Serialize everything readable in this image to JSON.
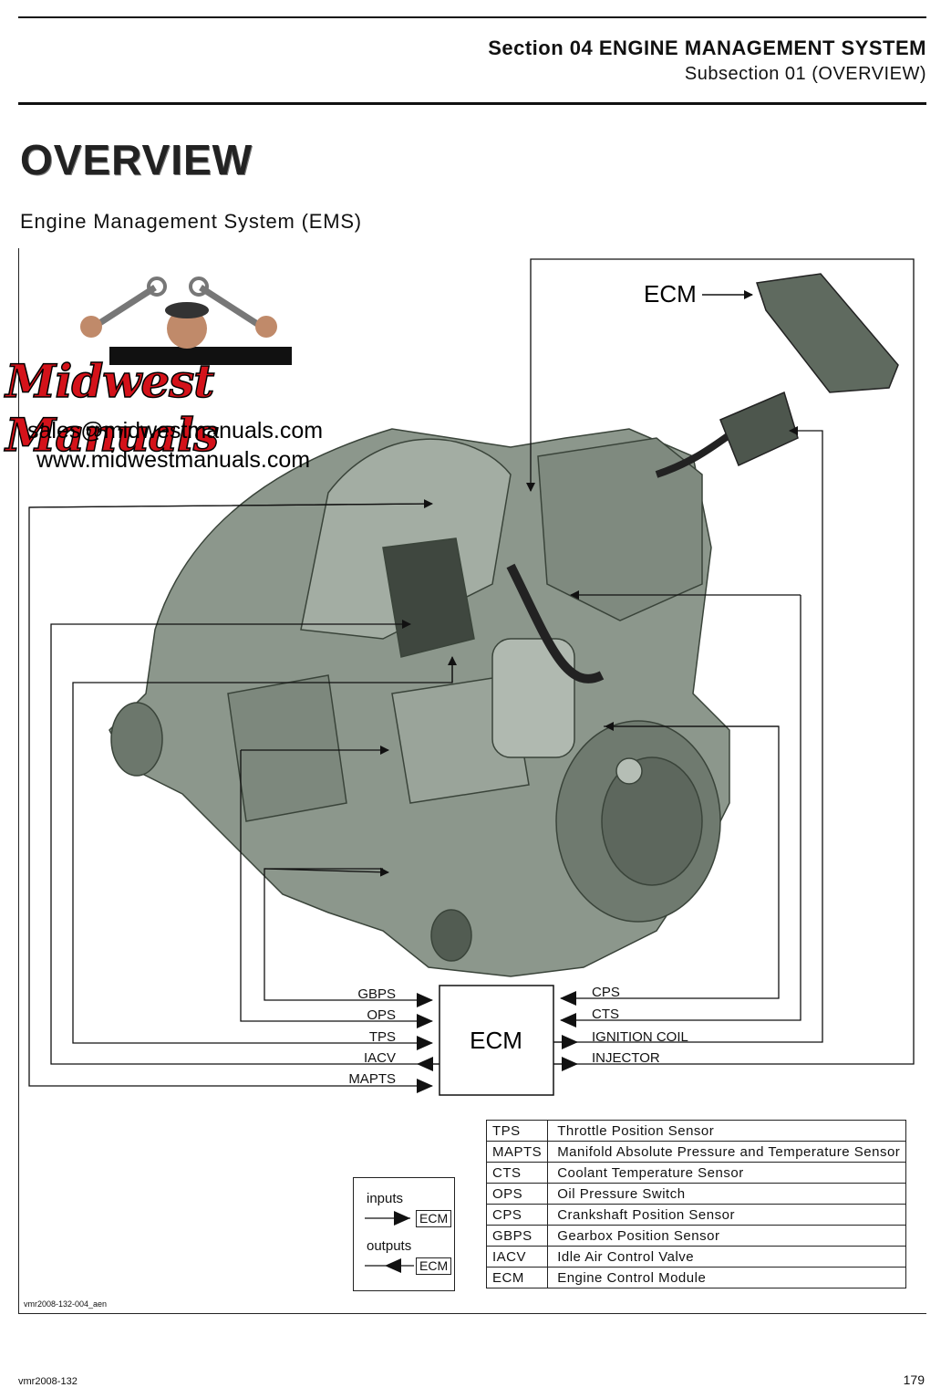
{
  "header": {
    "section": "Section 04 ENGINE MANAGEMENT SYSTEM",
    "subsection": "Subsection 01 (OVERVIEW)"
  },
  "page_title": "OVERVIEW",
  "figure_title": "Engine Management System (EMS)",
  "watermark": {
    "brand": "Midwest Manuals",
    "email": "sales@midwestmanuals.com",
    "website": "www.midwestmanuals.com"
  },
  "diagram": {
    "ecm_component_label": "ECM",
    "ecm_box_label": "ECM",
    "inputs_left": [
      "GBPS",
      "OPS",
      "TPS"
    ],
    "output_left": "IACV",
    "input_left_bottom": "MAPTS",
    "inputs_right": [
      "CPS",
      "CTS"
    ],
    "outputs_right": [
      "IGNITION COIL",
      "INJECTOR"
    ]
  },
  "legend": {
    "inputs_label": "inputs",
    "outputs_label": "outputs",
    "ecm": "ECM"
  },
  "abbreviations": [
    {
      "abbr": "TPS",
      "meaning": "Throttle Position Sensor"
    },
    {
      "abbr": "MAPTS",
      "meaning": "Manifold Absolute Pressure and Temperature Sensor"
    },
    {
      "abbr": "CTS",
      "meaning": "Coolant Temperature Sensor"
    },
    {
      "abbr": "OPS",
      "meaning": "Oil Pressure Switch"
    },
    {
      "abbr": "CPS",
      "meaning": "Crankshaft Position Sensor"
    },
    {
      "abbr": "GBPS",
      "meaning": "Gearbox Position Sensor"
    },
    {
      "abbr": "IACV",
      "meaning": "Idle Air Control Valve"
    },
    {
      "abbr": "ECM",
      "meaning": "Engine Control Module"
    }
  ],
  "figure_code": "vmr2008-132-004_aen",
  "footer": {
    "doc_code": "vmr2008-132",
    "page_number": "179"
  },
  "colors": {
    "engine": "#8c978c",
    "brand_red": "#d4121a"
  }
}
